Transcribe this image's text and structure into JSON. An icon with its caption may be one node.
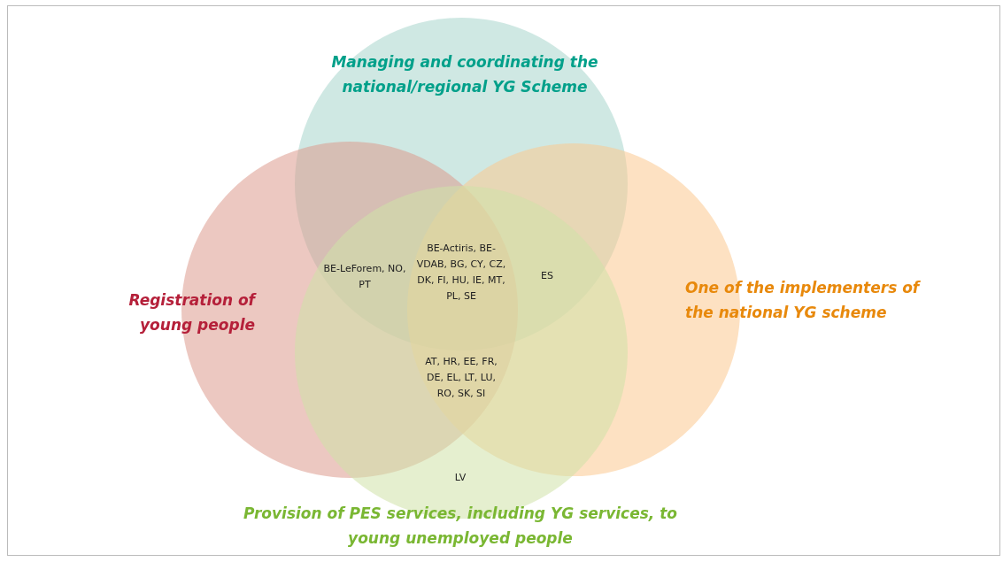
{
  "diagram": {
    "nodes": [
      {
        "text": [
          "Managing and coordinating the national/regional YG Scheme"
        ]
      },
      {
        "text": [
          "Registration of young people"
        ]
      },
      {
        "text": [
          "One of the implementers of the national YG scheme"
        ]
      },
      {
        "text": [
          "Provision of PES services, including YG services, to young unemployed people"
        ]
      }
    ],
    "edges": [],
    "labels": [
      "BE-Actiris, BE-VDAB, BG, CY, CZ, DK, FI, HU, IE, MT, PL, SE",
      "BE-LeForem, NO, PT",
      "ES",
      "AT, HR, EE, FR, DE, EL, LT, LU, RO, SK, SI",
      "LV"
    ]
  }
}
